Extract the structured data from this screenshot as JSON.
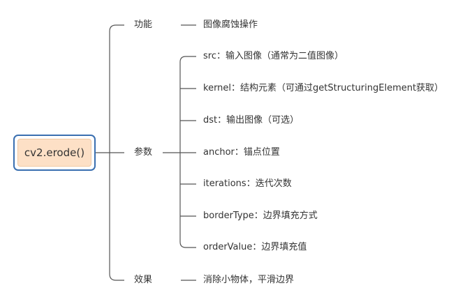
{
  "root": {
    "label": "cv2.erode()"
  },
  "branches": [
    {
      "label": "功能",
      "children": [
        "图像腐蚀操作"
      ]
    },
    {
      "label": "参数",
      "children": [
        "src：输入图像（通常为二值图像）",
        "kernel：结构元素（可通过getStructuringElement获取）",
        "dst：输出图像（可选）",
        "anchor：锚点位置",
        "iterations：迭代次数",
        "borderType：边界填充方式",
        "orderValue：边界填充值"
      ]
    },
    {
      "label": "效果",
      "children": [
        "消除小物体，平滑边界"
      ]
    }
  ],
  "colors": {
    "line": "#555555",
    "root_border": "#3a6fb0",
    "root_fill": "#fde0c6"
  }
}
